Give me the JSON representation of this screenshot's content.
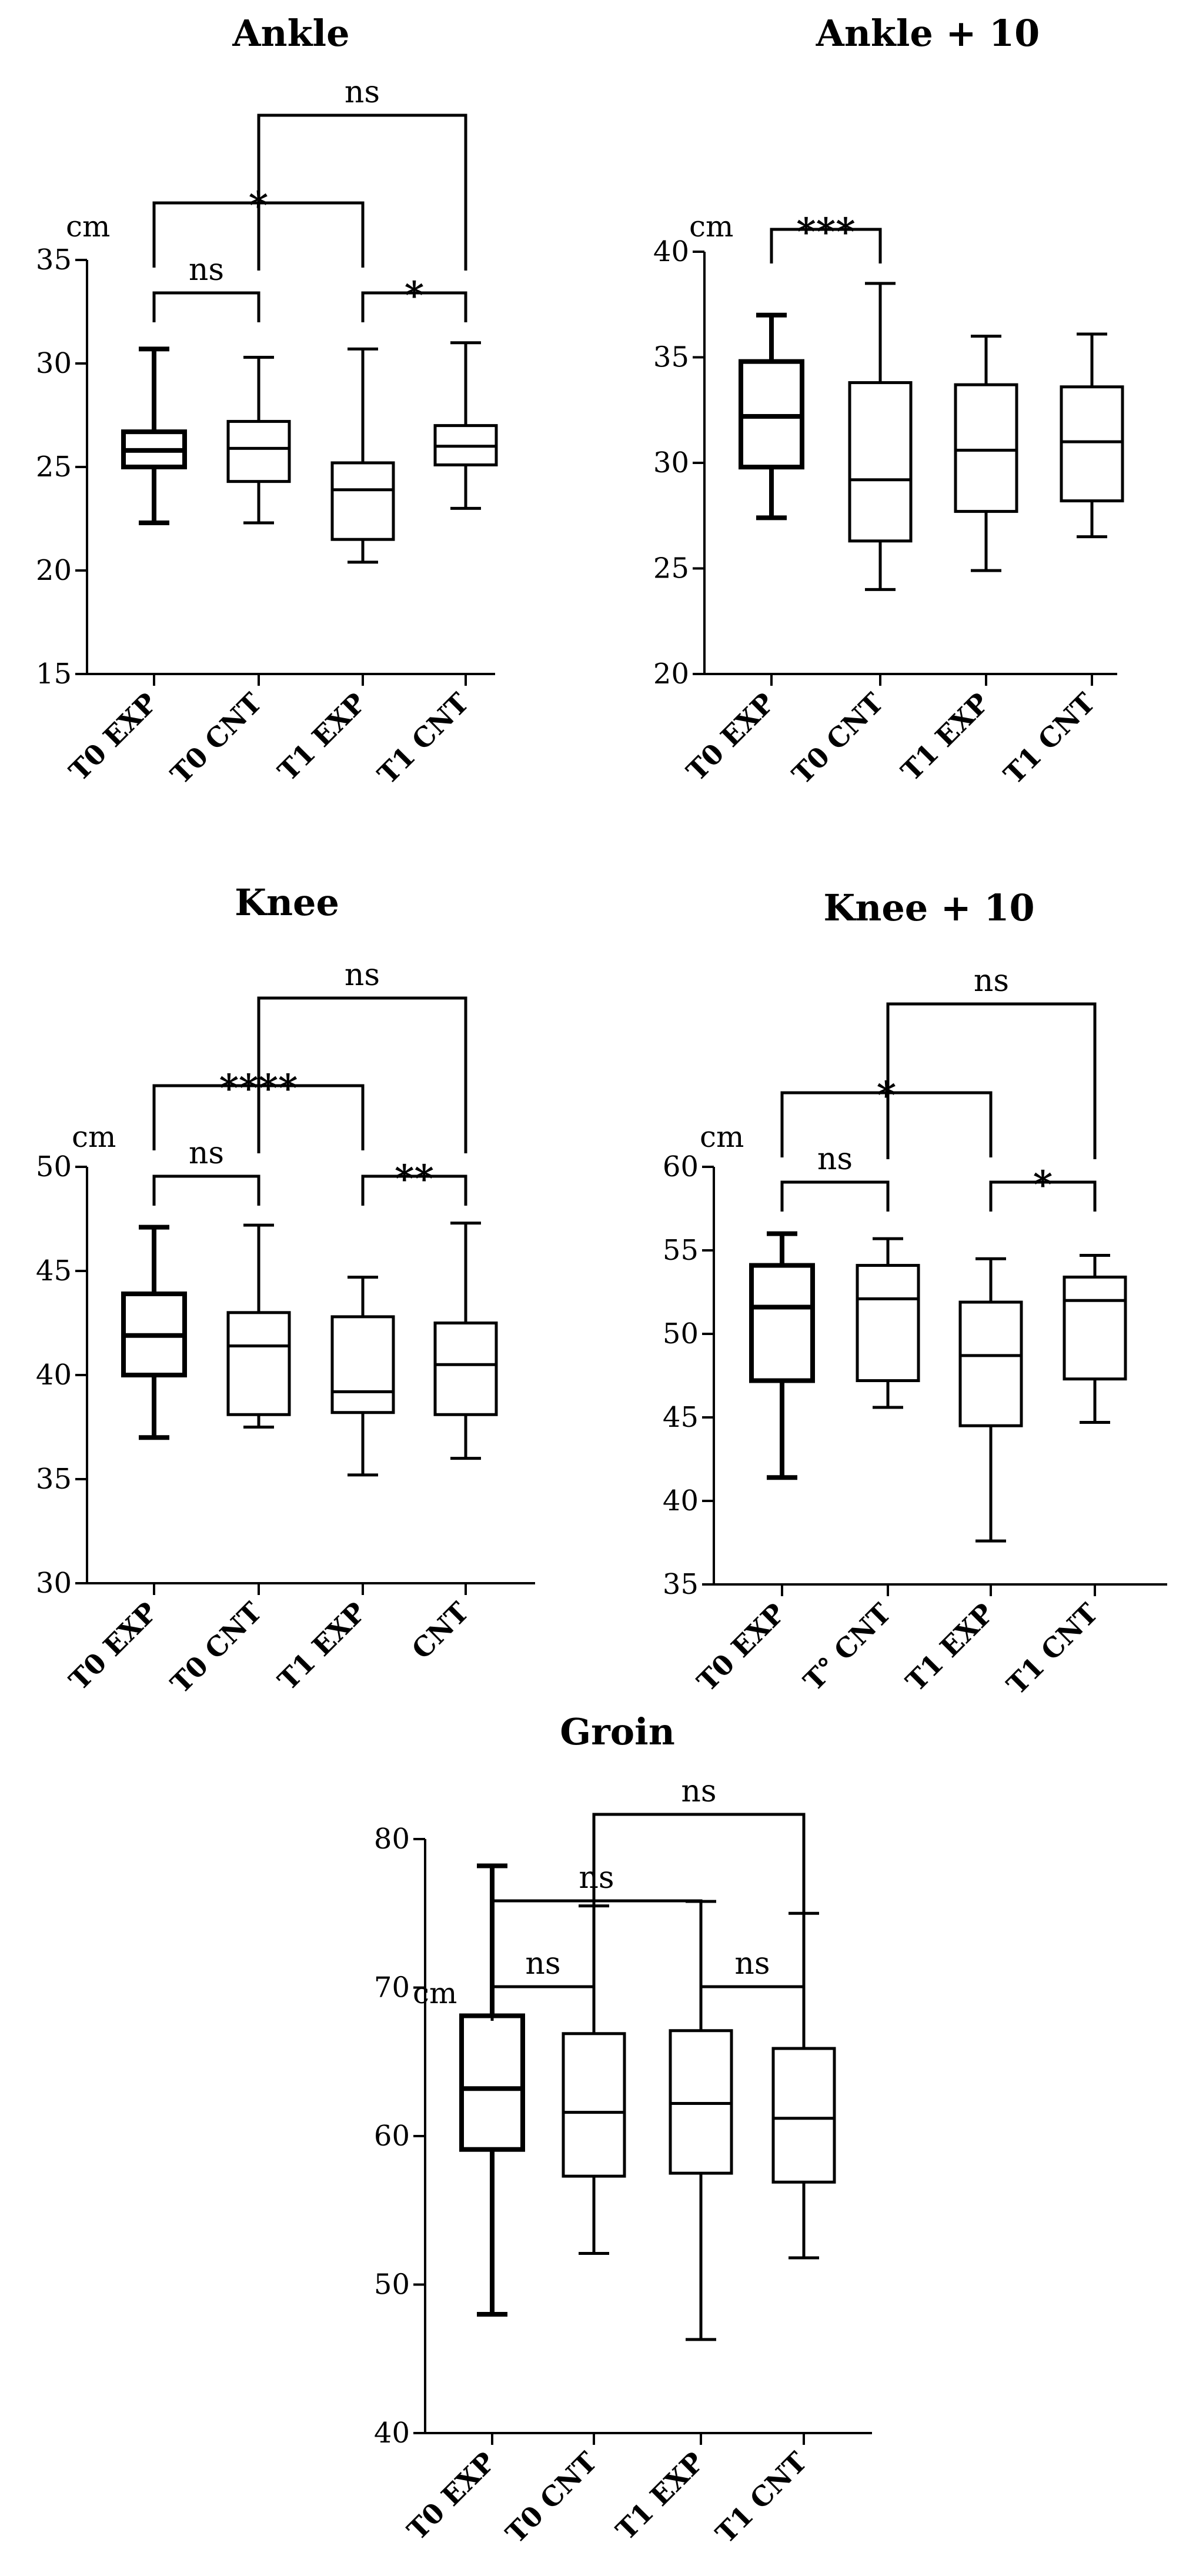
{
  "chart_data": [
    {
      "type": "box",
      "title": "Ankle",
      "ylabel": "cm",
      "ylim": [
        15,
        35
      ],
      "yticks": [
        15,
        20,
        25,
        30,
        35
      ],
      "categories": [
        "T0 EXP",
        "T0 CNT",
        "T1 EXP",
        "T1 CNT"
      ],
      "boxes": [
        {
          "min": 22.3,
          "q1": 25.0,
          "median": 25.8,
          "q3": 26.7,
          "max": 30.7
        },
        {
          "min": 22.3,
          "q1": 24.3,
          "median": 25.9,
          "q3": 27.2,
          "max": 30.3
        },
        {
          "min": 20.4,
          "q1": 21.5,
          "median": 23.9,
          "q3": 25.2,
          "max": 30.7
        },
        {
          "min": 23.0,
          "q1": 25.1,
          "median": 26.0,
          "q3": 27.0,
          "max": 31.0
        }
      ],
      "comparisons": [
        {
          "from": 0,
          "to": 1,
          "label": "ns"
        },
        {
          "from": 2,
          "to": 3,
          "label": "*"
        },
        {
          "from": 0,
          "to": 2,
          "label": "*"
        },
        {
          "from": 1,
          "to": 3,
          "label": "ns"
        }
      ]
    },
    {
      "type": "box",
      "title": "Ankle + 10",
      "ylabel": "cm",
      "ylim": [
        20,
        40
      ],
      "yticks": [
        20,
        25,
        30,
        35,
        40
      ],
      "categories": [
        "T0 EXP",
        "T0 CNT",
        "T1 EXP",
        "T1 CNT"
      ],
      "boxes": [
        {
          "min": 27.4,
          "q1": 29.8,
          "median": 32.2,
          "q3": 34.8,
          "max": 37.0
        },
        {
          "min": 24.0,
          "q1": 26.3,
          "median": 29.2,
          "q3": 33.8,
          "max": 38.5
        },
        {
          "min": 24.9,
          "q1": 27.7,
          "median": 30.6,
          "q3": 33.7,
          "max": 36.0
        },
        {
          "min": 26.5,
          "q1": 28.2,
          "median": 31.0,
          "q3": 33.6,
          "max": 36.1
        }
      ],
      "comparisons": [
        {
          "from": 0,
          "to": 1,
          "label": "***"
        }
      ]
    },
    {
      "type": "box",
      "title": "Knee",
      "ylabel": "cm",
      "ylim": [
        30,
        50
      ],
      "yticks": [
        30,
        35,
        40,
        45,
        50
      ],
      "categories": [
        "T0 EXP",
        "T0 CNT",
        "T1 EXP",
        "CNT"
      ],
      "boxes": [
        {
          "min": 37.0,
          "q1": 40.0,
          "median": 41.9,
          "q3": 43.9,
          "max": 47.1
        },
        {
          "min": 37.5,
          "q1": 38.1,
          "median": 41.4,
          "q3": 43.0,
          "max": 47.2
        },
        {
          "min": 35.2,
          "q1": 38.2,
          "median": 39.2,
          "q3": 42.8,
          "max": 44.7
        },
        {
          "min": 36.0,
          "q1": 38.1,
          "median": 40.5,
          "q3": 42.5,
          "max": 47.3
        }
      ],
      "comparisons": [
        {
          "from": 0,
          "to": 1,
          "label": "ns"
        },
        {
          "from": 2,
          "to": 3,
          "label": "**"
        },
        {
          "from": 0,
          "to": 2,
          "label": "****"
        },
        {
          "from": 1,
          "to": 3,
          "label": "ns"
        }
      ]
    },
    {
      "type": "box",
      "title": "Knee + 10",
      "ylabel": "cm",
      "ylim": [
        35,
        60
      ],
      "yticks": [
        35,
        40,
        45,
        50,
        55,
        60
      ],
      "categories": [
        "T0 EXP",
        "T° CNT",
        "T1 EXP",
        "T1 CNT"
      ],
      "boxes": [
        {
          "min": 41.4,
          "q1": 47.2,
          "median": 51.6,
          "q3": 54.1,
          "max": 56.0
        },
        {
          "min": 45.6,
          "q1": 47.2,
          "median": 52.1,
          "q3": 54.1,
          "max": 55.7
        },
        {
          "min": 37.6,
          "q1": 44.5,
          "median": 48.7,
          "q3": 51.9,
          "max": 54.5
        },
        {
          "min": 44.7,
          "q1": 47.3,
          "median": 52.0,
          "q3": 53.4,
          "max": 54.7
        }
      ],
      "comparisons": [
        {
          "from": 0,
          "to": 1,
          "label": "ns"
        },
        {
          "from": 2,
          "to": 3,
          "label": "*"
        },
        {
          "from": 0,
          "to": 2,
          "label": "*"
        },
        {
          "from": 1,
          "to": 3,
          "label": "ns"
        }
      ]
    },
    {
      "type": "box",
      "title": "Groin",
      "ylabel": "cm",
      "ylim": [
        40,
        80
      ],
      "yticks": [
        40,
        50,
        60,
        70,
        80
      ],
      "categories": [
        "T0 EXP",
        "T0 CNT",
        "T1 EXP",
        "T1 CNT"
      ],
      "boxes": [
        {
          "min": 48.0,
          "q1": 59.1,
          "median": 63.2,
          "q3": 68.1,
          "max": 78.2
        },
        {
          "min": 52.1,
          "q1": 57.3,
          "median": 61.6,
          "q3": 66.9,
          "max": 75.5
        },
        {
          "min": 46.3,
          "q1": 57.5,
          "median": 62.2,
          "q3": 67.1,
          "max": 75.8
        },
        {
          "min": 51.8,
          "q1": 56.9,
          "median": 61.2,
          "q3": 65.9,
          "max": 75.0
        }
      ],
      "comparisons": [
        {
          "from": 0,
          "to": 1,
          "label": "ns"
        },
        {
          "from": 2,
          "to": 3,
          "label": "ns"
        },
        {
          "from": 0,
          "to": 2,
          "label": "ns"
        },
        {
          "from": 1,
          "to": 3,
          "label": "ns"
        }
      ]
    }
  ]
}
